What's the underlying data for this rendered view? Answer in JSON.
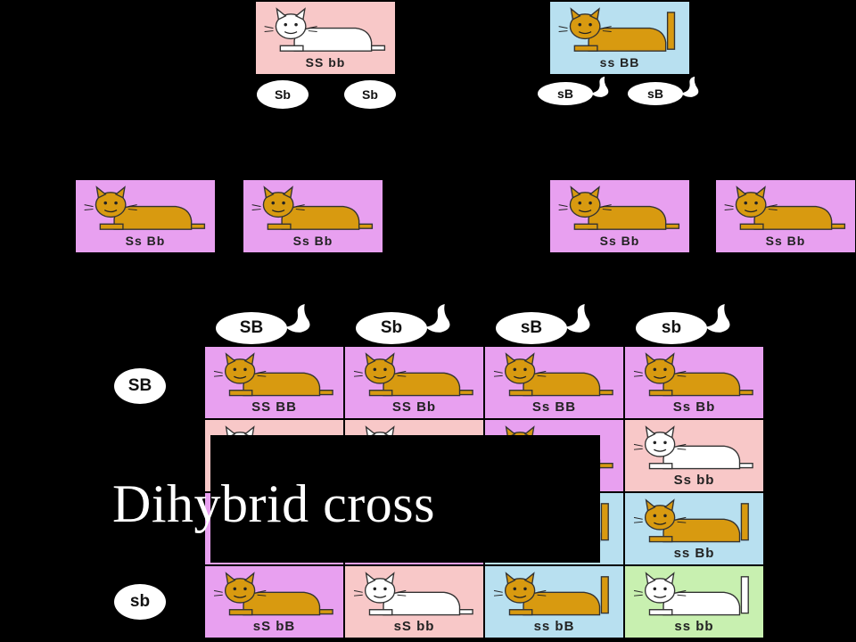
{
  "title": "Dihybrid cross",
  "colors": {
    "background": "#000000",
    "pink": "#f8c8c8",
    "blue": "#b8e0f0",
    "purple": "#e8a0f0",
    "green": "#c8f0b0",
    "orange_cat": "#d89a10",
    "white_cat": "#ffffff"
  },
  "parents": [
    {
      "genotype": "SS bb",
      "color": "pink",
      "cat": "white",
      "tail": "short"
    },
    {
      "genotype": "ss BB",
      "color": "blue",
      "cat": "orange",
      "tail": "long"
    }
  ],
  "parent_gametes": [
    {
      "label": "Sb",
      "tail": false
    },
    {
      "label": "Sb",
      "tail": false
    },
    {
      "label": "sB",
      "tail": true
    },
    {
      "label": "sB",
      "tail": true
    }
  ],
  "f1": [
    {
      "genotype": "Ss Bb",
      "color": "purple",
      "cat": "orange",
      "tail": "short"
    },
    {
      "genotype": "Ss Bb",
      "color": "purple",
      "cat": "orange",
      "tail": "short"
    },
    {
      "genotype": "Ss Bb",
      "color": "purple",
      "cat": "orange",
      "tail": "short"
    },
    {
      "genotype": "Ss Bb",
      "color": "purple",
      "cat": "orange",
      "tail": "short"
    }
  ],
  "grid_col_gametes": [
    "SB",
    "Sb",
    "sB",
    "sb"
  ],
  "grid_row_gametes": [
    "SB",
    "sb"
  ],
  "grid": [
    [
      {
        "genotype": "SS BB",
        "color": "purple",
        "cat": "orange",
        "tail": "short"
      },
      {
        "genotype": "SS Bb",
        "color": "purple",
        "cat": "orange",
        "tail": "short"
      },
      {
        "genotype": "Ss BB",
        "color": "purple",
        "cat": "orange",
        "tail": "short"
      },
      {
        "genotype": "Ss Bb",
        "color": "purple",
        "cat": "orange",
        "tail": "short"
      }
    ],
    [
      {
        "genotype": "",
        "color": "pink",
        "cat": "white",
        "tail": "short"
      },
      {
        "genotype": "",
        "color": "pink",
        "cat": "white",
        "tail": "short"
      },
      {
        "genotype": "",
        "color": "purple",
        "cat": "orange",
        "tail": "short"
      },
      {
        "genotype": "Ss bb",
        "color": "pink",
        "cat": "white",
        "tail": "short"
      }
    ],
    [
      {
        "genotype": "",
        "color": "purple",
        "cat": "orange",
        "tail": "short"
      },
      {
        "genotype": "",
        "color": "purple",
        "cat": "orange",
        "tail": "short"
      },
      {
        "genotype": "",
        "color": "blue",
        "cat": "orange",
        "tail": "long"
      },
      {
        "genotype": "ss Bb",
        "color": "blue",
        "cat": "orange",
        "tail": "long"
      }
    ],
    [
      {
        "genotype": "sS bB",
        "color": "purple",
        "cat": "orange",
        "tail": "short"
      },
      {
        "genotype": "sS bb",
        "color": "pink",
        "cat": "white",
        "tail": "short"
      },
      {
        "genotype": "ss bB",
        "color": "blue",
        "cat": "orange",
        "tail": "long"
      },
      {
        "genotype": "ss bb",
        "color": "green",
        "cat": "white",
        "tail": "long"
      }
    ]
  ]
}
